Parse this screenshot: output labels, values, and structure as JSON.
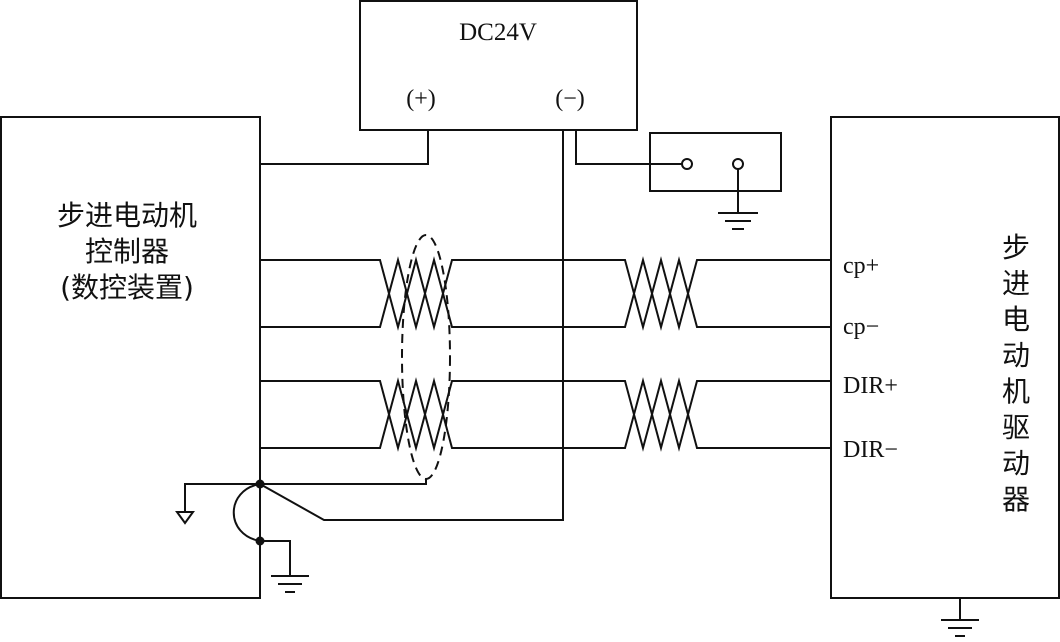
{
  "power_supply": {
    "label": "DC24V",
    "plus": "(+)",
    "minus": "(−)"
  },
  "controller": {
    "lines": [
      "步进电动机",
      "控制器",
      "(数控装置)"
    ]
  },
  "driver": {
    "chars": [
      "步",
      "进",
      "电",
      "动",
      "机",
      "驱",
      "动",
      "器"
    ]
  },
  "signals": {
    "cp_plus": "cp+",
    "cp_minus": "cp−",
    "dir_plus": "DIR+",
    "dir_minus": "DIR−"
  }
}
